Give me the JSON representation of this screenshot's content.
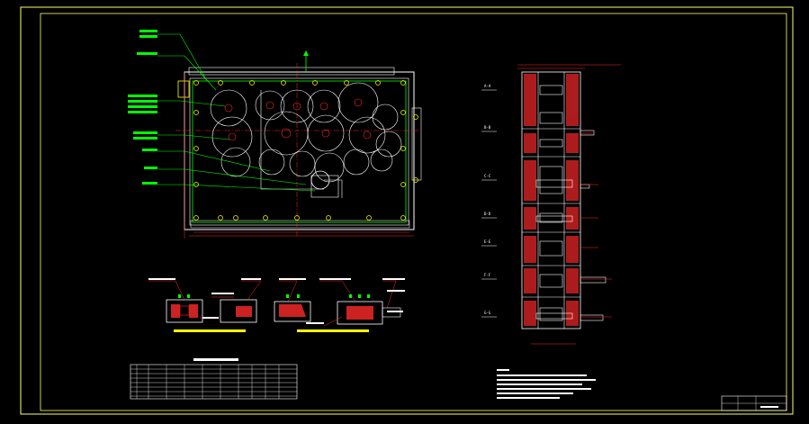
{
  "drawing": {
    "frame_color": "#ffff66",
    "line_colors": {
      "outline": "#ffffff",
      "centerline": "#ff2a2a",
      "leader": "#00ff00",
      "hatch": "#ff3333",
      "accent": "#ffff00"
    },
    "section_marks": [
      "A-A",
      "B-B",
      "C-C",
      "D-D",
      "E-E",
      "F-F",
      "G-G"
    ]
  }
}
